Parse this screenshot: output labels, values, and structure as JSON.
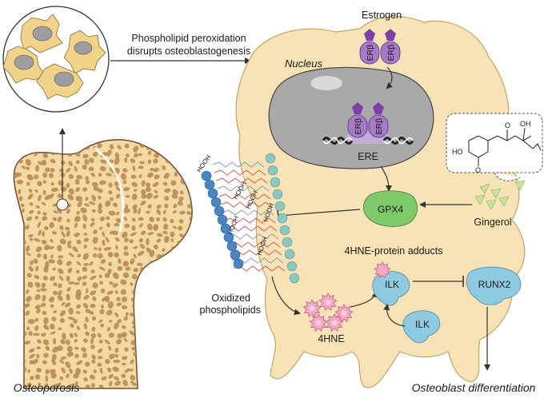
{
  "labels": {
    "peroxidation_line1": "Phospholipid peroxidation",
    "peroxidation_line2": "disrupts osteoblastogenesis",
    "nucleus": "Nucleus",
    "estrogen": "Estrogen",
    "receptor": "ERβ",
    "ere": "ERE",
    "gpx4": "GPX4",
    "gingerol": "Gingerol",
    "adducts": "4HNE-protein adducts",
    "ilk": "ILK",
    "runx2": "RUNX2",
    "hne": "4HNE",
    "oxidized_line1": "Oxidized",
    "oxidized_line2": "phospholipids",
    "hooh": "HOOH",
    "oh": "OH",
    "ho": "HO",
    "o": "O",
    "osteoporosis": "Osteoporosis",
    "osteoblast_diff": "Osteoblast differentiation"
  },
  "colors": {
    "cell_fill": "#f7e3b5",
    "nucleus_fill": "#a9a9a9",
    "receptor": "#a77ac9",
    "receptor_top": "#7b3fa8",
    "gpx4": "#7ec96a",
    "ilk": "#8fcbe0",
    "hne": "#f4a9c4",
    "gingerol": "#c8e39a",
    "bone_fill": "#f3d9a4",
    "bone_pore": "#b5864e",
    "lipid_head_blue": "#4a86c5",
    "lipid_head_teal": "#8cc7c2",
    "lipid_tail_red": "#e0413a"
  }
}
